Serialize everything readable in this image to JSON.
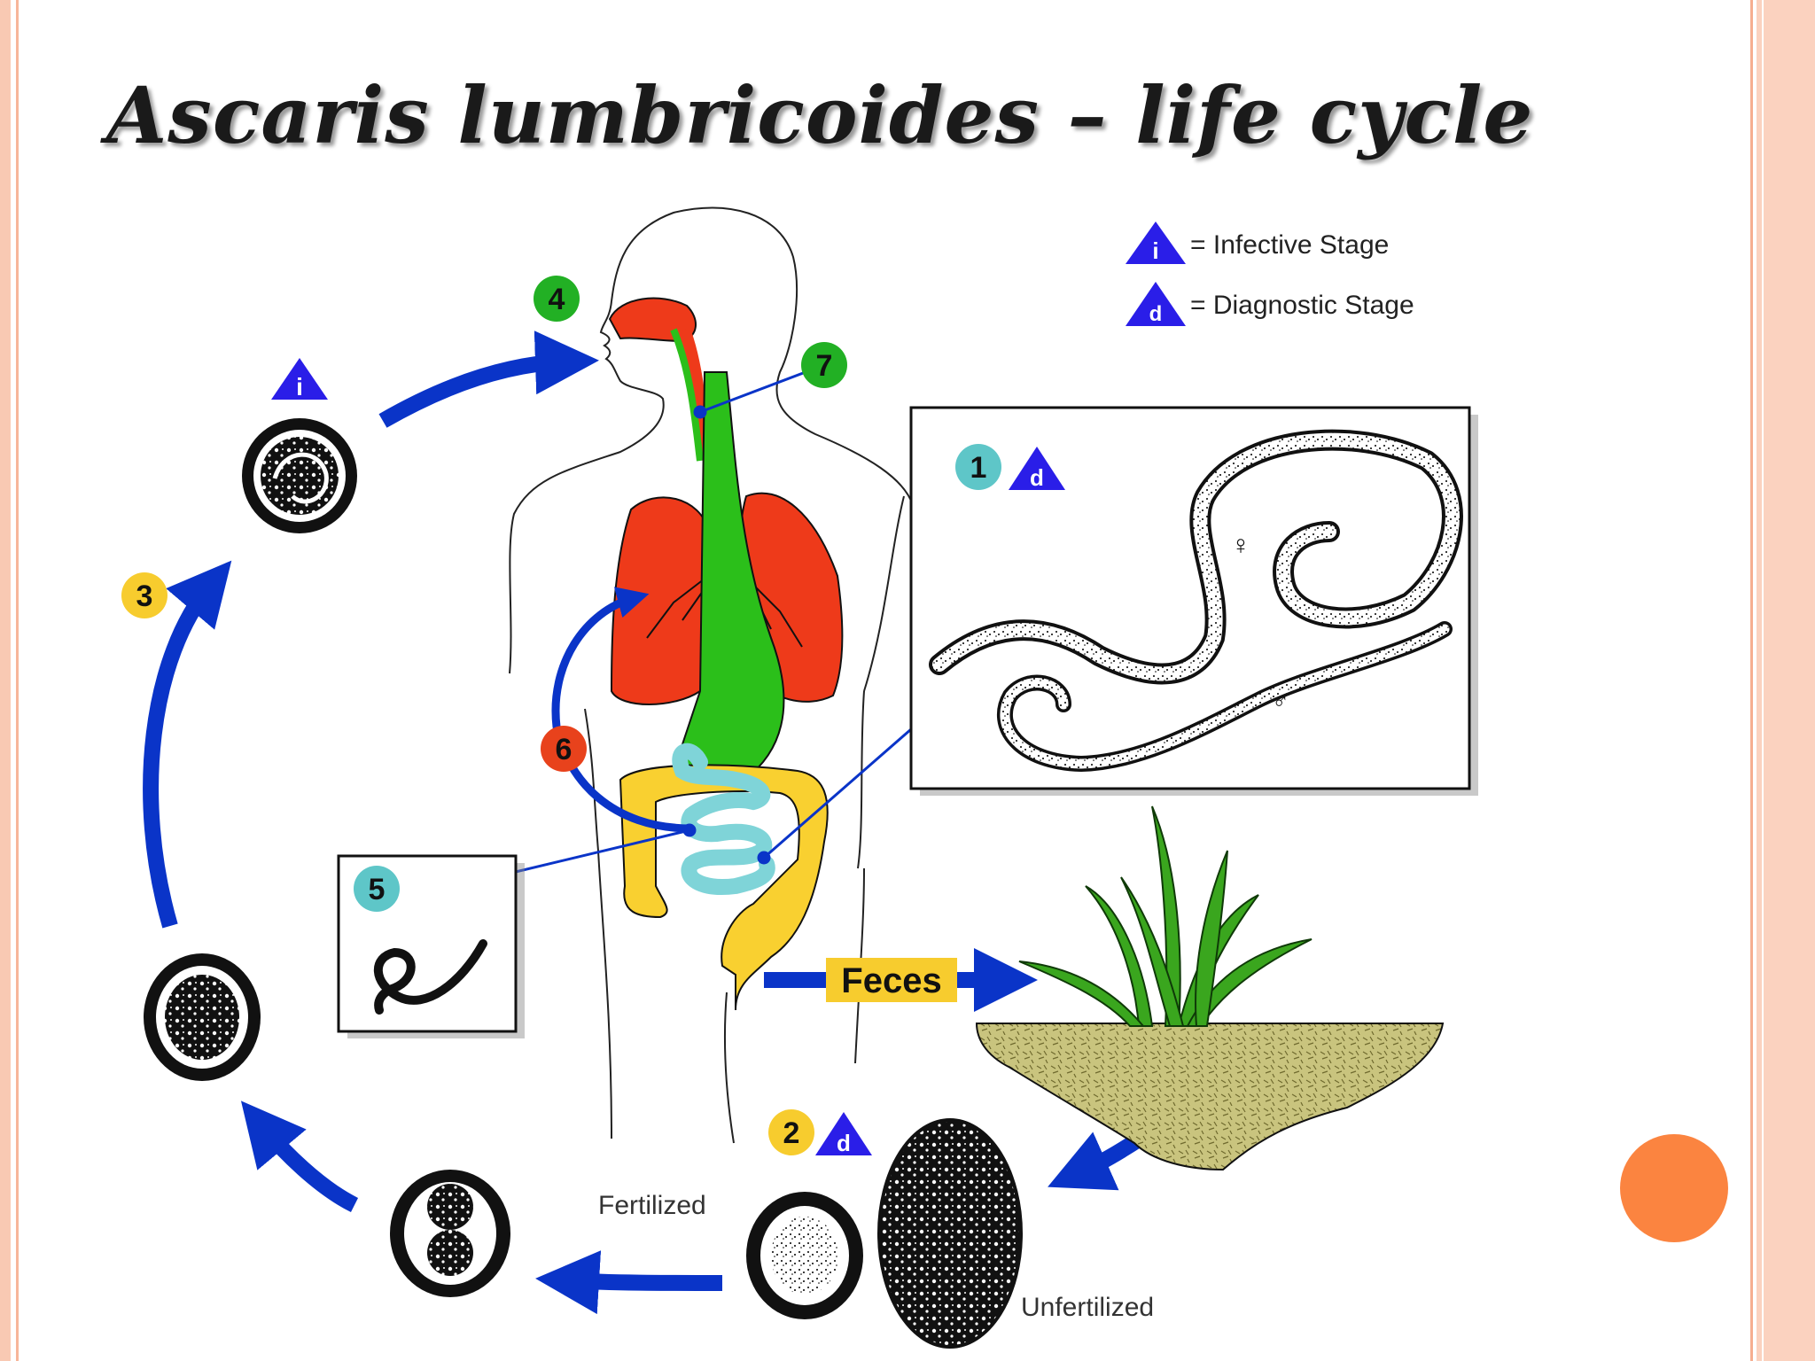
{
  "slide": {
    "title": "Ascaris lumbricoides – life cycle"
  },
  "legend": {
    "infective_symbol": "i",
    "infective_label": "= Infective Stage",
    "diagnostic_symbol": "d",
    "diagnostic_label": "= Diagnostic Stage"
  },
  "stages": {
    "s1": "1",
    "s2": "2",
    "s3": "3",
    "s4": "4",
    "s5": "5",
    "s6": "6",
    "s7": "7",
    "female_symbol": "♀",
    "male_symbol": "♂"
  },
  "labels": {
    "feces": "Feces",
    "fertilized": "Fertilized",
    "unfertilized": "Unfertilized"
  },
  "colors": {
    "accent_dot": "#fb8440",
    "arrow_blue": "#0a34c8",
    "badge_green": "#22b024",
    "badge_yellow": "#f7cc2e",
    "badge_teal": "#5ec6c8",
    "badge_red": "#e8421c",
    "organ_red": "#ee3a1a",
    "organ_green": "#2bbf1a",
    "intestine_yellow": "#f9d030",
    "intestine_teal": "#7fd4d8",
    "soil": "#c9c47e"
  }
}
